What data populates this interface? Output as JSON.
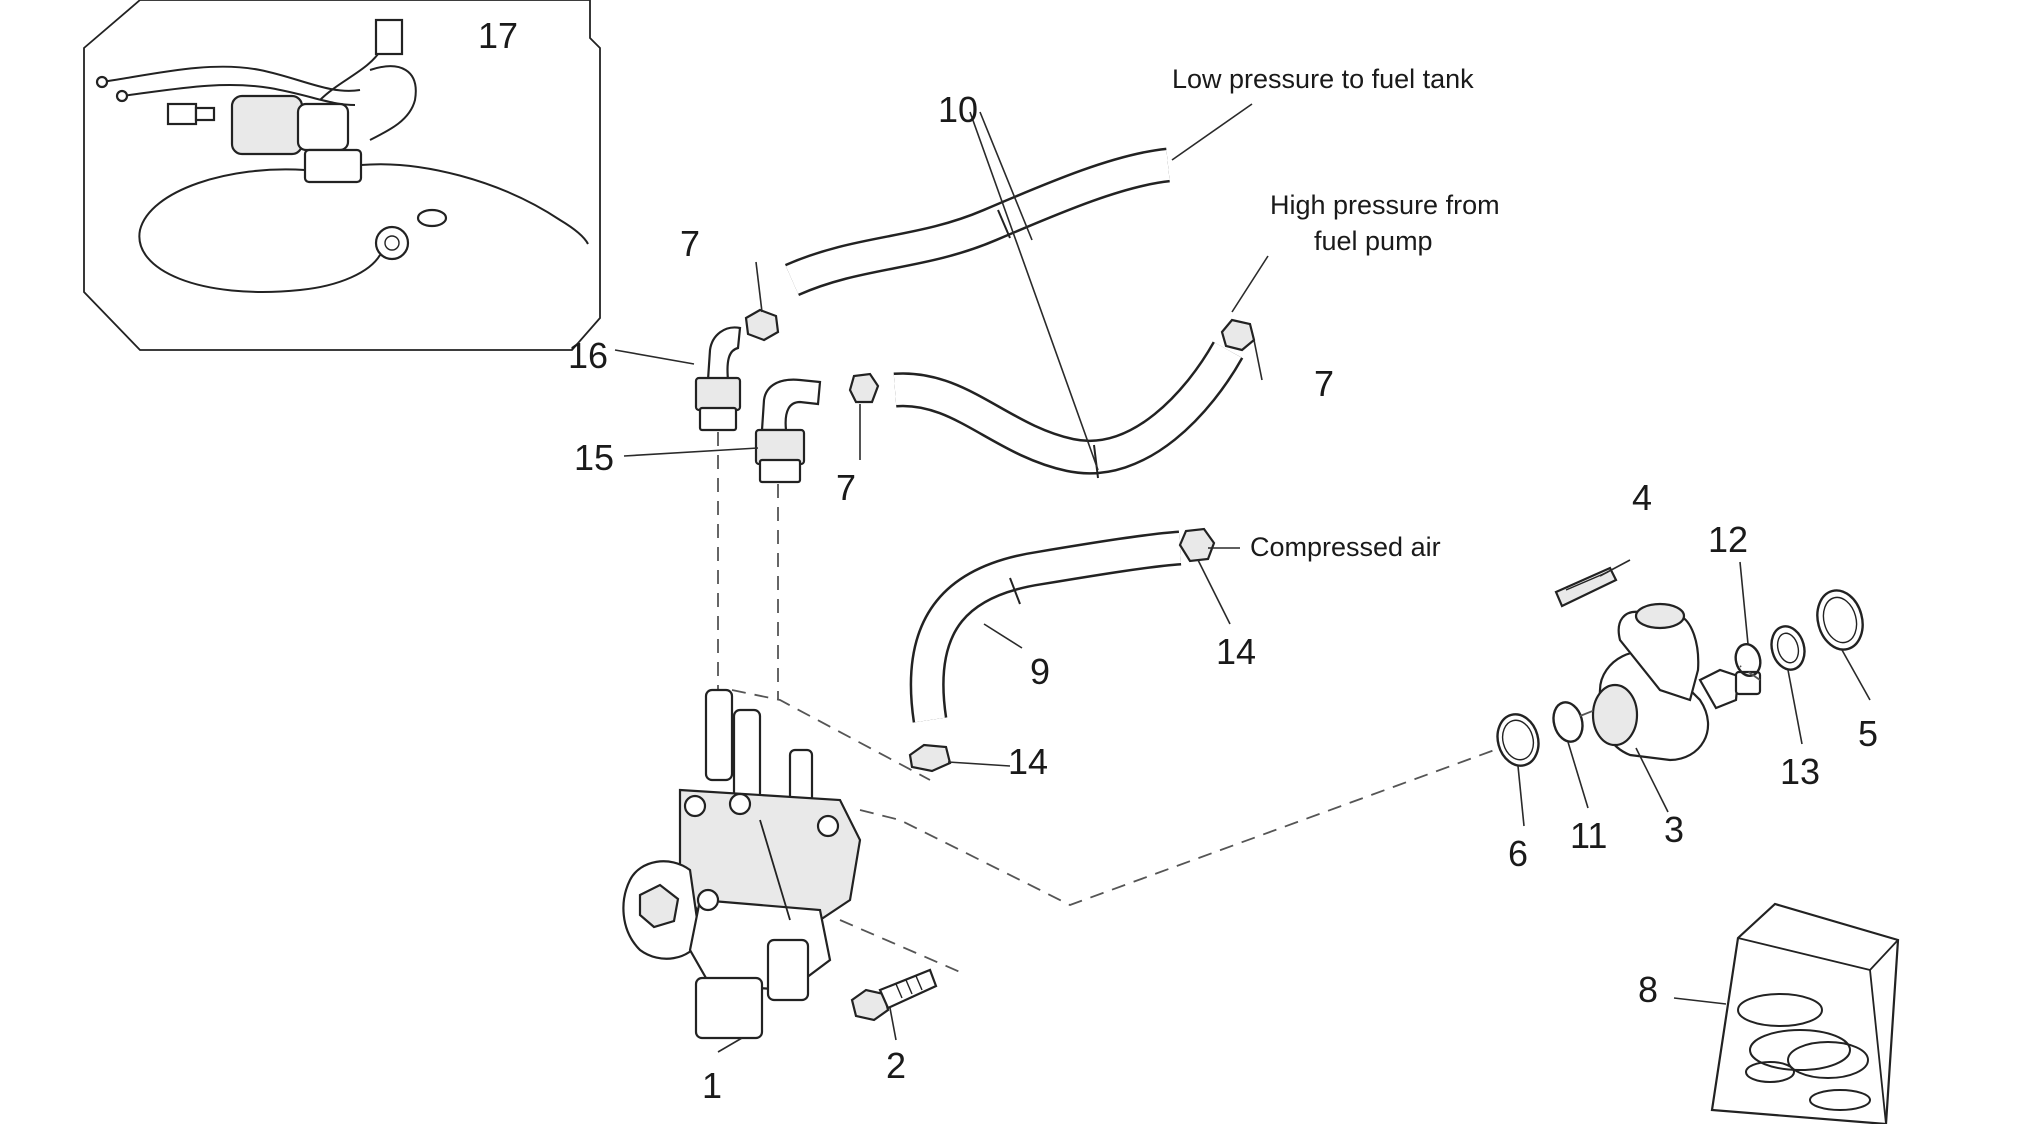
{
  "diagram": {
    "annotations": {
      "low_pressure": "Low pressure to fuel tank",
      "high_pressure_line1": "High pressure from",
      "high_pressure_line2": "fuel pump",
      "compressed_air": "Compressed air"
    },
    "part_numbers": {
      "p1": "1",
      "p2": "2",
      "p3": "3",
      "p4": "4",
      "p5": "5",
      "p6": "6",
      "p7a": "7",
      "p7b": "7",
      "p7c": "7",
      "p8": "8",
      "p9": "9",
      "p10": "10",
      "p11": "11",
      "p12": "12",
      "p13": "13",
      "p14a": "14",
      "p14b": "14",
      "p15": "15",
      "p16": "16",
      "p17": "17"
    }
  }
}
